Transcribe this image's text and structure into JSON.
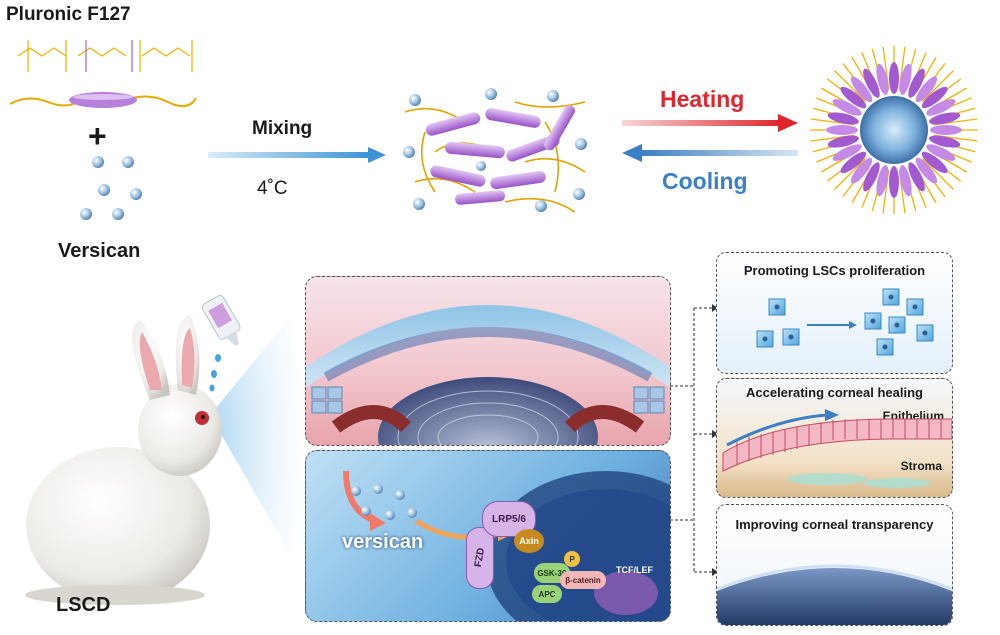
{
  "polymer": {
    "name": "Pluronic F127"
  },
  "plus_sign": "+",
  "versican_label": "Versican",
  "mixing": {
    "label": "Mixing",
    "temperature": "4˚C"
  },
  "heating_label": "Heating",
  "cooling_label": "Cooling",
  "lscd_label": "LSCD",
  "mechanism": {
    "versican_label": "versican",
    "fzd": "FZD",
    "lrp": "LRP5/6",
    "axin": "Axin",
    "gsk": "GSK-3β",
    "p": "P",
    "apc": "APC",
    "beta_catenin": "β-catenin",
    "tcf": "TCF/LEF"
  },
  "panels": {
    "proliferation": {
      "title": "Promoting LSCs proliferation"
    },
    "healing": {
      "title": "Accelerating corneal healing",
      "epithelium": "Epithelium",
      "stroma": "Stroma"
    },
    "transparency": {
      "title": "Improving corneal transparency"
    }
  },
  "colors": {
    "heating_arrow": "#e0262d",
    "cooling_arrow": "#3b7fc4",
    "mixing_arrow": "#5aa7dc",
    "polymer_yellow": "#f0b400",
    "polymer_purple": "#b06ad6"
  }
}
